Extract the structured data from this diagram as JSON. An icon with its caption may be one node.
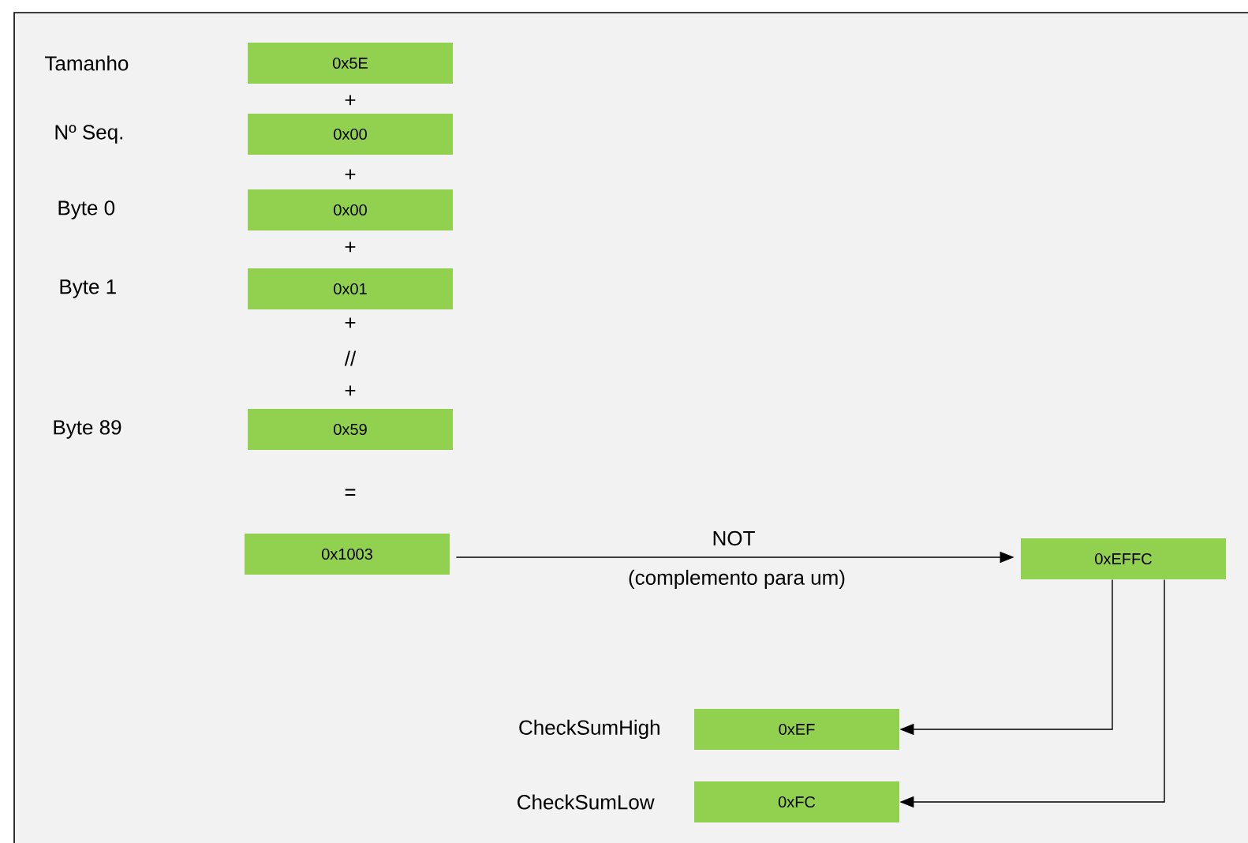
{
  "diagram": {
    "nodes": [
      {
        "text": [
          "0x5E"
        ]
      },
      {
        "text": [
          "0x00"
        ]
      },
      {
        "text": [
          "0x00"
        ]
      },
      {
        "text": [
          "0x01"
        ]
      },
      {
        "text": [
          "0x59"
        ]
      },
      {
        "text": [
          "0x1003"
        ]
      },
      {
        "text": [
          "0xEFFC"
        ]
      },
      {
        "text": [
          "0xEF"
        ],
        "beside": [
          "CheckSumHigh"
        ]
      },
      {
        "text": [
          "0xFC"
        ],
        "beside": [
          "CheckSumLow"
        ]
      }
    ],
    "edges": [
      {
        "from": 5,
        "to": 6,
        "arrow": "to",
        "label": "NOT"
      },
      {
        "from": 6,
        "to": 7,
        "arrow": "to"
      },
      {
        "from": 6,
        "to": 8,
        "arrow": "to"
      }
    ],
    "labels": [
      "Tamanho",
      "+",
      "Nº Seq.",
      "+",
      "Byte 0",
      "+",
      "Byte 1",
      "+",
      "//",
      "+",
      "Byte 89",
      "=",
      "(complemento para um)"
    ]
  }
}
